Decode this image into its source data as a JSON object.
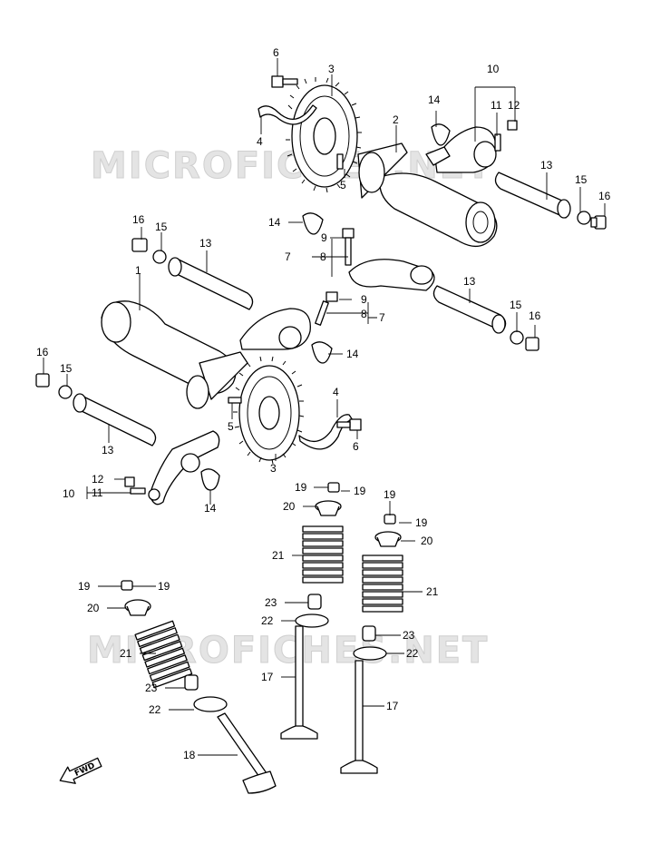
{
  "watermarks": {
    "top": "MICROFICHES.NET",
    "bottom": "MICROFICHES.NET"
  },
  "fwd_label": "FWD",
  "callouts": [
    {
      "id": "c6a",
      "text": "6"
    },
    {
      "id": "c3a",
      "text": "3"
    },
    {
      "id": "c4a",
      "text": "4"
    },
    {
      "id": "c5a",
      "text": "5"
    },
    {
      "id": "c2",
      "text": "2"
    },
    {
      "id": "c14a",
      "text": "14"
    },
    {
      "id": "c10a",
      "text": "10"
    },
    {
      "id": "c11a",
      "text": "11"
    },
    {
      "id": "c12a",
      "text": "12"
    },
    {
      "id": "c13a",
      "text": "13"
    },
    {
      "id": "c15a",
      "text": "15"
    },
    {
      "id": "c16a",
      "text": "16"
    },
    {
      "id": "c16b",
      "text": "16"
    },
    {
      "id": "c15b",
      "text": "15"
    },
    {
      "id": "c13b",
      "text": "13"
    },
    {
      "id": "c14b",
      "text": "14"
    },
    {
      "id": "c9a",
      "text": "9"
    },
    {
      "id": "c8a",
      "text": "8"
    },
    {
      "id": "c7a",
      "text": "7"
    },
    {
      "id": "c1",
      "text": "1"
    },
    {
      "id": "c13c",
      "text": "13"
    },
    {
      "id": "c9b",
      "text": "9"
    },
    {
      "id": "c8b",
      "text": "8"
    },
    {
      "id": "c7b",
      "text": "7"
    },
    {
      "id": "c15c",
      "text": "15"
    },
    {
      "id": "c16c",
      "text": "16"
    },
    {
      "id": "c14c",
      "text": "14"
    },
    {
      "id": "c16d",
      "text": "16"
    },
    {
      "id": "c15d",
      "text": "15"
    },
    {
      "id": "c5b",
      "text": "5"
    },
    {
      "id": "c4b",
      "text": "4"
    },
    {
      "id": "c6b",
      "text": "6"
    },
    {
      "id": "c13d",
      "text": "13"
    },
    {
      "id": "c3b",
      "text": "3"
    },
    {
      "id": "c12b",
      "text": "12"
    },
    {
      "id": "c10b",
      "text": "10"
    },
    {
      "id": "c11b",
      "text": "11"
    },
    {
      "id": "c14d",
      "text": "14"
    },
    {
      "id": "c19a",
      "text": "19"
    },
    {
      "id": "c19b",
      "text": "19"
    },
    {
      "id": "c20a",
      "text": "20"
    },
    {
      "id": "c19c",
      "text": "19"
    },
    {
      "id": "c19d",
      "text": "19"
    },
    {
      "id": "c21a",
      "text": "21"
    },
    {
      "id": "c20b",
      "text": "20"
    },
    {
      "id": "c21b",
      "text": "21"
    },
    {
      "id": "c23a",
      "text": "23"
    },
    {
      "id": "c22a",
      "text": "22"
    },
    {
      "id": "c23b",
      "text": "23"
    },
    {
      "id": "c22b",
      "text": "22"
    },
    {
      "id": "c19e",
      "text": "19"
    },
    {
      "id": "c19f",
      "text": "19"
    },
    {
      "id": "c20c",
      "text": "20"
    },
    {
      "id": "c21c",
      "text": "21"
    },
    {
      "id": "c17a",
      "text": "17"
    },
    {
      "id": "c17b",
      "text": "17"
    },
    {
      "id": "c23c",
      "text": "23"
    },
    {
      "id": "c22c",
      "text": "22"
    },
    {
      "id": "c18",
      "text": "18"
    }
  ]
}
